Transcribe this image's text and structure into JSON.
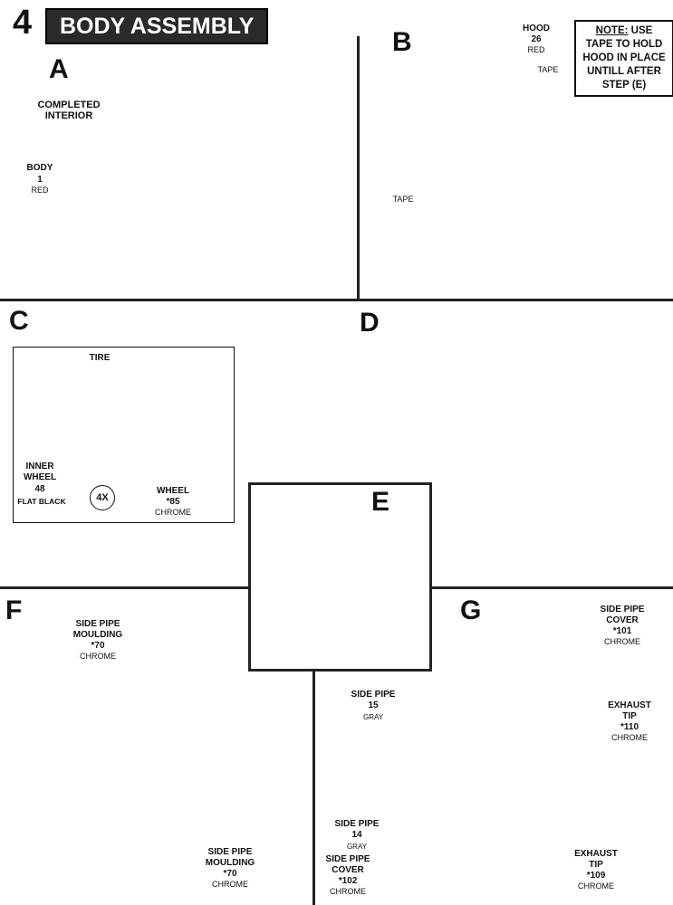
{
  "header": {
    "step_number": "4",
    "title": "BODY ASSEMBLY"
  },
  "panel_a": {
    "letter": "A",
    "completed_interior": "COMPLETED INTERIOR",
    "body": {
      "name": "BODY",
      "number": "1",
      "color": "RED"
    }
  },
  "panel_b": {
    "letter": "B",
    "hood": {
      "name": "HOOD",
      "number": "26",
      "color": "RED"
    },
    "tape_top": "TAPE",
    "tape_left": "TAPE",
    "note": {
      "heading": "NOTE:",
      "text_1": "USE",
      "text_2": "TAPE TO HOLD",
      "text_3": "HOOD IN PLACE",
      "text_4": "UNTILL AFTER",
      "text_5": "STEP (E)"
    }
  },
  "panel_c": {
    "letter": "C",
    "tire": "TIRE",
    "inner_wheel": {
      "name_1": "INNER",
      "name_2": "WHEEL",
      "number": "48",
      "color": "FLAT BLACK"
    },
    "wheel": {
      "name": "WHEEL",
      "number": "*85",
      "color": "CHROME"
    },
    "qty": "4X"
  },
  "panel_d": {
    "letter": "D"
  },
  "panel_e": {
    "letter": "E"
  },
  "panel_f": {
    "letter": "F",
    "moulding_top": {
      "name_1": "SIDE PIPE",
      "name_2": "MOULDING",
      "number": "*70",
      "color": "CHROME"
    },
    "moulding_bottom": {
      "name_1": "SIDE PIPE",
      "name_2": "MOULDING",
      "number": "*70",
      "color": "CHROME"
    }
  },
  "panel_g": {
    "letter": "G",
    "cover_101": {
      "name_1": "SIDE PIPE",
      "name_2": "COVER",
      "number": "*101",
      "color": "CHROME"
    },
    "side_pipe_15": {
      "name": "SIDE PIPE",
      "number": "15",
      "color": "GRAY"
    },
    "exhaust_110": {
      "name_1": "EXHAUST",
      "name_2": "TIP",
      "number": "*110",
      "color": "CHROME"
    },
    "side_pipe_14": {
      "name": "SIDE PIPE",
      "number": "14",
      "color": "GRAY"
    },
    "cover_102": {
      "name_1": "SIDE PIPE",
      "name_2": "COVER",
      "number": "*102",
      "color": "CHROME"
    },
    "exhaust_109": {
      "name_1": "EXHAUST",
      "name_2": "TIP",
      "number": "*109",
      "color": "CHROME"
    }
  }
}
